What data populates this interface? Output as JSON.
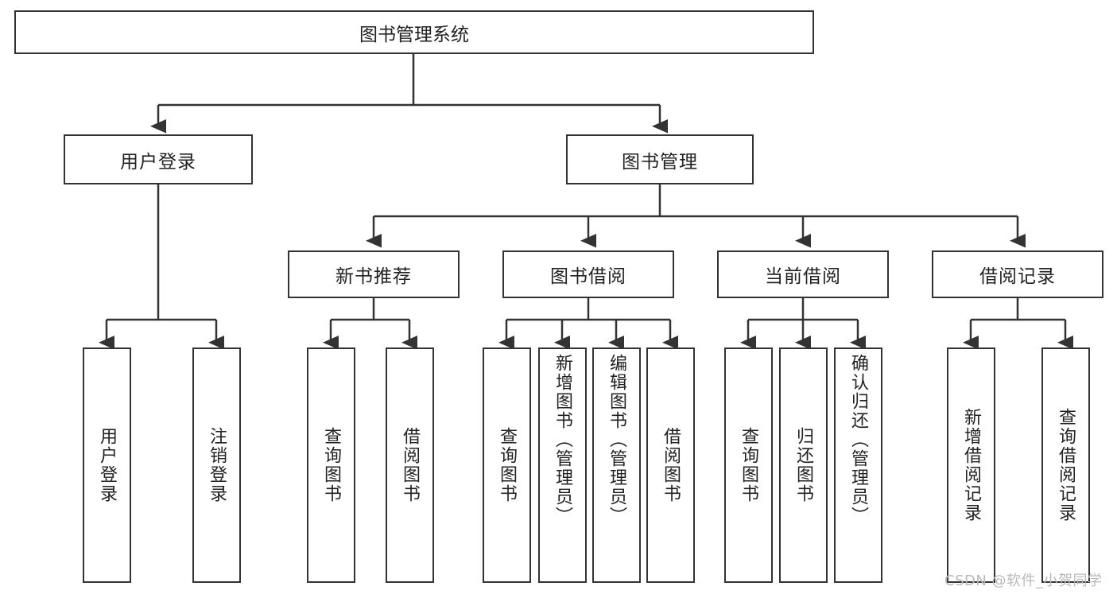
{
  "diagram": {
    "title": "图书管理系统",
    "type": "tree",
    "root": {
      "label": "图书管理系统"
    },
    "level2": [
      {
        "label": "用户登录"
      },
      {
        "label": "图书管理"
      }
    ],
    "level3": [
      {
        "label": "新书推荐"
      },
      {
        "label": "图书借阅"
      },
      {
        "label": "当前借阅"
      },
      {
        "label": "借阅记录"
      }
    ],
    "leaves": {
      "user_login": [
        {
          "label": "用户登录"
        },
        {
          "label": "注销登录"
        }
      ],
      "new_book_recommend": [
        {
          "label": "查询图书"
        },
        {
          "label": "借阅图书"
        }
      ],
      "book_borrow": [
        {
          "label": "查询图书"
        },
        {
          "label": "新增图书（管理员）"
        },
        {
          "label": "编辑图书（管理员）"
        },
        {
          "label": "借阅图书"
        }
      ],
      "current_borrow": [
        {
          "label": "查询图书"
        },
        {
          "label": "归还图书"
        },
        {
          "label": "确认归还（管理员）"
        }
      ],
      "borrow_record": [
        {
          "label": "新增借阅记录"
        },
        {
          "label": "查询借阅记录"
        }
      ]
    }
  },
  "watermark": {
    "text": "CSDN @软件_小贺同学"
  },
  "colors": {
    "stroke": "#333333",
    "fill": "#ffffff",
    "watermark": "#b9b9b9"
  }
}
